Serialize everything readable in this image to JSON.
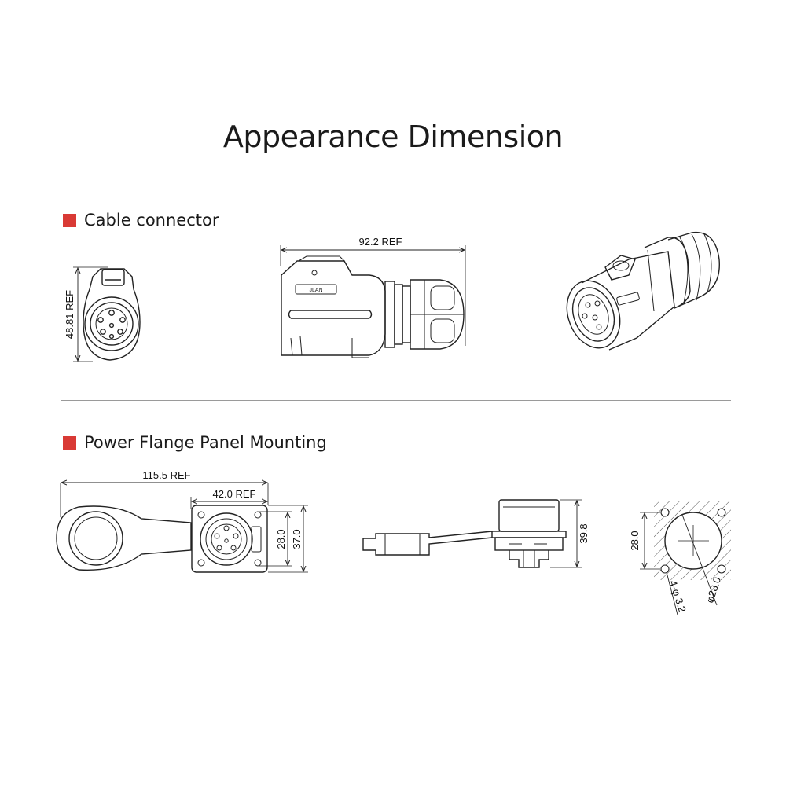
{
  "title": "Appearance Dimension",
  "sections": [
    {
      "label": "Cable connector"
    },
    {
      "label": "Power Flange Panel Mounting"
    }
  ],
  "dimensions": {
    "cable_height": "48.81 REF",
    "cable_length": "92.2 REF",
    "flange_total": "115.5 REF",
    "flange_width": "42.0 REF",
    "flange_hole_spacing": "28.0",
    "flange_body": "37.0",
    "side_height": "39.8",
    "cutout_spacing": "28.0",
    "hole_count_size": "4-φ 3.2",
    "cutout_diameter": "φ28.0"
  },
  "colors": {
    "accent": "#d93a35",
    "divider": "#9a9a9a",
    "line": "#222222"
  }
}
